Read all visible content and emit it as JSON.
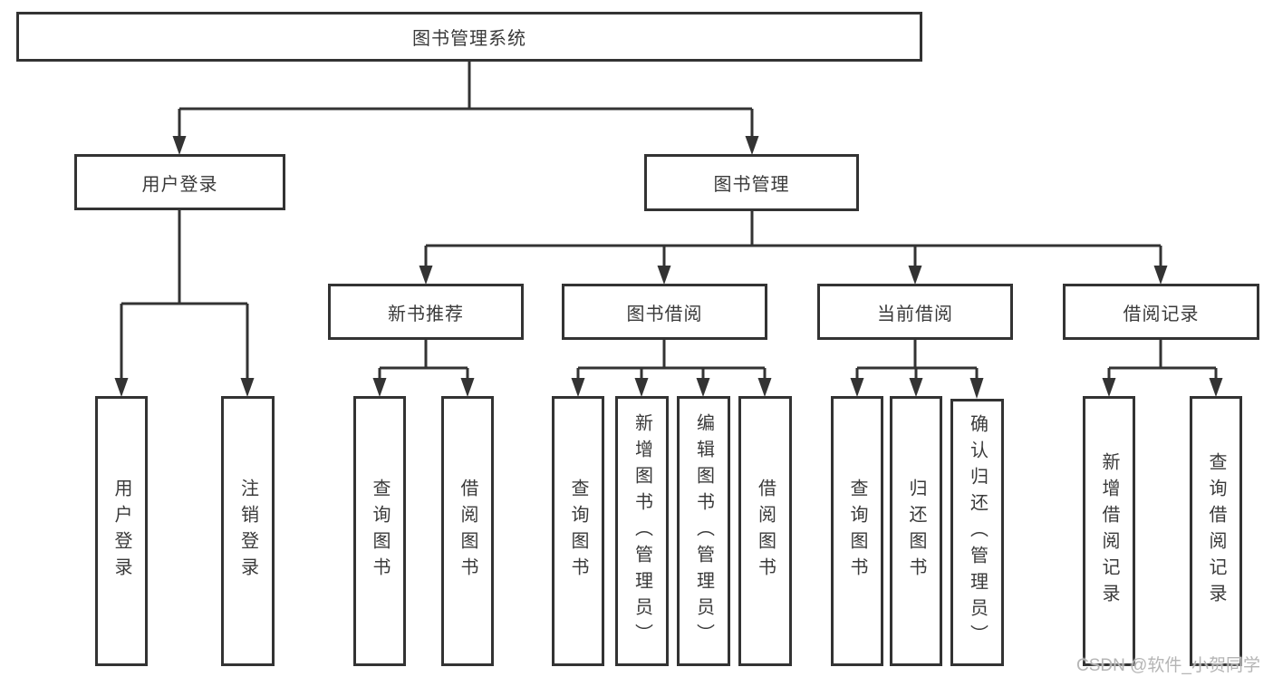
{
  "page": {
    "background": "#ffffff"
  },
  "colors": {
    "line": "#333333",
    "box_border": "#333333",
    "text": "#3a3a3a",
    "watermark_text": "#b5b5b5"
  },
  "tree": {
    "root": "图书管理系统",
    "branches": [
      {
        "label": "用户登录",
        "children": [
          "用户登录",
          "注销登录"
        ]
      },
      {
        "label": "图书管理",
        "groups": [
          {
            "label": "新书推荐",
            "children": [
              "查询图书",
              "借阅图书"
            ]
          },
          {
            "label": "图书借阅",
            "children": [
              "查询图书",
              "新增图书（管理员）",
              "编辑图书（管理员）",
              "借阅图书"
            ]
          },
          {
            "label": "当前借阅",
            "children": [
              "查询图书",
              "归还图书",
              "确认归还（管理员）"
            ]
          },
          {
            "label": "借阅记录",
            "children": [
              "新增借阅记录",
              "查询借阅记录"
            ]
          }
        ]
      }
    ]
  },
  "watermark": {
    "text": "CSDN @软件_小贺同学"
  }
}
